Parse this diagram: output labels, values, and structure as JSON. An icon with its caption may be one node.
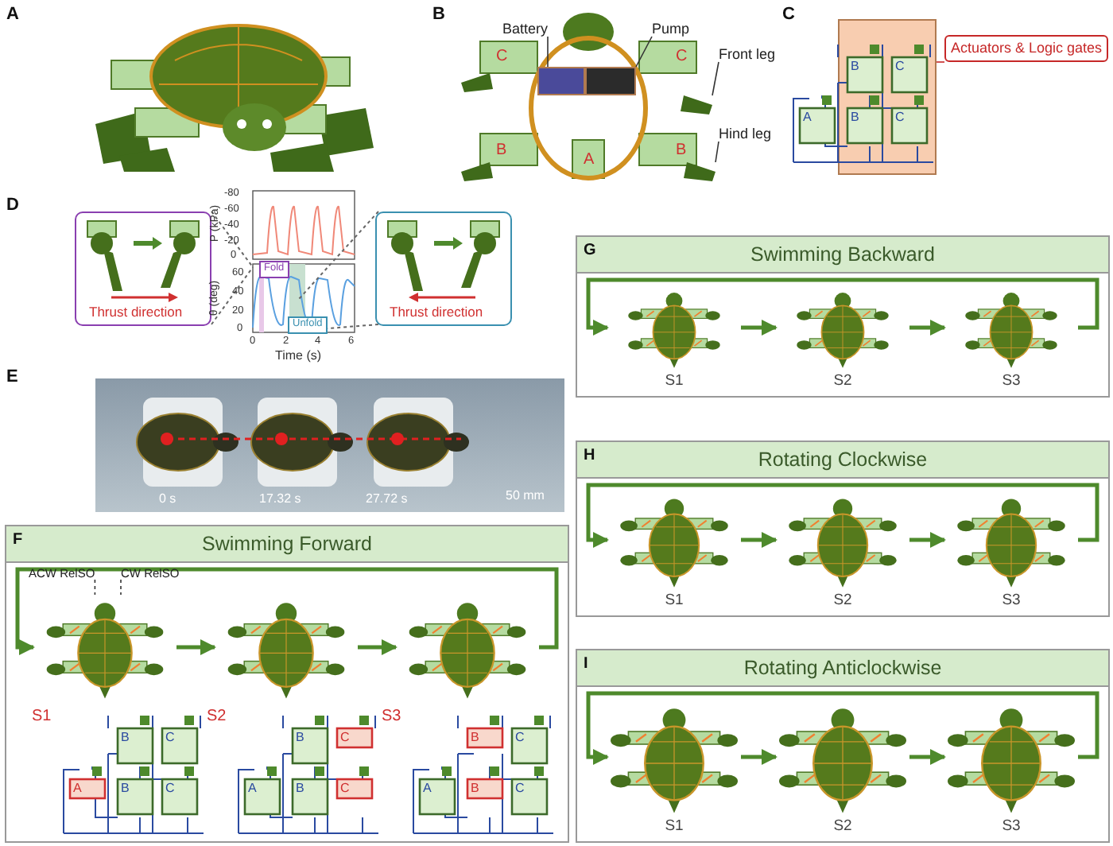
{
  "diagram": {
    "nodes": [
      {
        "text": [
          "Battery"
        ]
      },
      {
        "text": [
          "Pump"
        ]
      },
      {
        "text": [
          "Front leg"
        ]
      },
      {
        "text": [
          "Hind leg"
        ]
      },
      {
        "text": [
          "Actuators & Logic gates"
        ]
      },
      {
        "text": [],
        "shape": "box"
      },
      {
        "text": [
          "Thrust direction"
        ]
      },
      {
        "text": [
          "Thrust direction"
        ]
      },
      {
        "text": [
          "F",
          "Swimming Forward"
        ]
      },
      {
        "text": [
          "ACW RelSO"
        ],
        "in": 8
      },
      {
        "text": [
          "CW RelSO"
        ],
        "in": 8
      },
      {
        "text": [],
        "shape": "picture",
        "in": 8
      },
      {
        "text": [],
        "shape": "picture",
        "in": 8
      },
      {
        "text": [],
        "shape": "picture",
        "in": 8
      },
      {
        "text": [
          "G",
          "Swimming Backward"
        ]
      },
      {
        "text": [],
        "shape": "picture",
        "in": 14,
        "beside": [
          "S1"
        ]
      },
      {
        "text": [],
        "shape": "picture",
        "in": 14,
        "beside": [
          "S2"
        ]
      },
      {
        "text": [],
        "shape": "picture",
        "in": 14,
        "beside": [
          "S3"
        ]
      },
      {
        "text": [
          "H",
          "Rotating Clockwise"
        ]
      },
      {
        "text": [],
        "shape": "picture",
        "in": 18,
        "beside": [
          "S1"
        ]
      },
      {
        "text": [],
        "shape": "picture",
        "in": 18,
        "beside": [
          "S2"
        ]
      },
      {
        "text": [],
        "shape": "picture",
        "in": 18,
        "beside": [
          "S3"
        ]
      },
      {
        "text": [
          "I",
          "Rotating Anticlockwise"
        ]
      },
      {
        "text": [],
        "shape": "picture",
        "in": 22,
        "beside": [
          "S1"
        ]
      },
      {
        "text": [],
        "shape": "picture",
        "in": 22,
        "beside": [
          "S2"
        ]
      },
      {
        "text": [],
        "shape": "picture",
        "in": 22,
        "beside": [
          "S3"
        ]
      },
      {
        "text": [],
        "shape": "box"
      },
      {
        "text": [],
        "shape": "box"
      },
      {
        "text": [],
        "shape": "picture"
      },
      {
        "text": [],
        "shape": "picture"
      }
    ],
    "edges": [
      {
        "from": 0,
        "to": 26,
        "arrow": "none",
        "color": "#333333"
      },
      {
        "from": 1,
        "to": 27,
        "arrow": "none",
        "color": "#333333"
      },
      {
        "from": 2,
        "to": 28,
        "arrow": "none",
        "color": "#333333"
      },
      {
        "from": 3,
        "to": 29,
        "arrow": "none",
        "color": "#333333"
      },
      {
        "from": 4,
        "to": 5,
        "arrow": "none",
        "color": "#c62828"
      },
      {
        "from": 9,
        "to": 11,
        "arrow": "none",
        "style": "dashed",
        "color": "#333333"
      },
      {
        "from": 10,
        "to": 11,
        "arrow": "none",
        "style": "dashed",
        "color": "#333333"
      },
      {
        "from": 11,
        "to": 12,
        "arrow": "to"
      },
      {
        "from": 12,
        "to": 13,
        "arrow": "to"
      },
      {
        "from": 13,
        "to": 11,
        "arrow": "to"
      },
      {
        "from": 15,
        "to": 16,
        "arrow": "to"
      },
      {
        "from": 16,
        "to": 17,
        "arrow": "to"
      },
      {
        "from": 17,
        "to": 15,
        "arrow": "to"
      },
      {
        "from": 19,
        "to": 20,
        "arrow": "to"
      },
      {
        "from": 20,
        "to": 21,
        "arrow": "to"
      },
      {
        "from": 21,
        "to": 19,
        "arrow": "to"
      },
      {
        "from": 23,
        "to": 24,
        "arrow": "to"
      },
      {
        "from": 24,
        "to": 25,
        "arrow": "to"
      },
      {
        "from": 25,
        "to": 23,
        "arrow": "to"
      }
    ],
    "labels": [
      "A",
      "B",
      "C",
      "C",
      "B",
      "A",
      "B",
      "C",
      "B",
      "C",
      "A",
      "B",
      "C",
      "D",
      "-80",
      "-60",
      "-40",
      "-20",
      "0",
      "P (kPa)",
      "Fold",
      "60",
      "40",
      "20",
      "0",
      "θ (deg)",
      "Unfold",
      "0",
      "2",
      "4",
      "6",
      "Time (s)",
      "E",
      "0 s",
      "17.32 s",
      "27.72 s",
      "50 mm",
      "S1",
      "B",
      "C",
      "A",
      "B",
      "C",
      "S2",
      "B",
      "C",
      "A",
      "B",
      "C",
      "S3",
      "B",
      "C",
      "A",
      "B",
      "C"
    ]
  }
}
